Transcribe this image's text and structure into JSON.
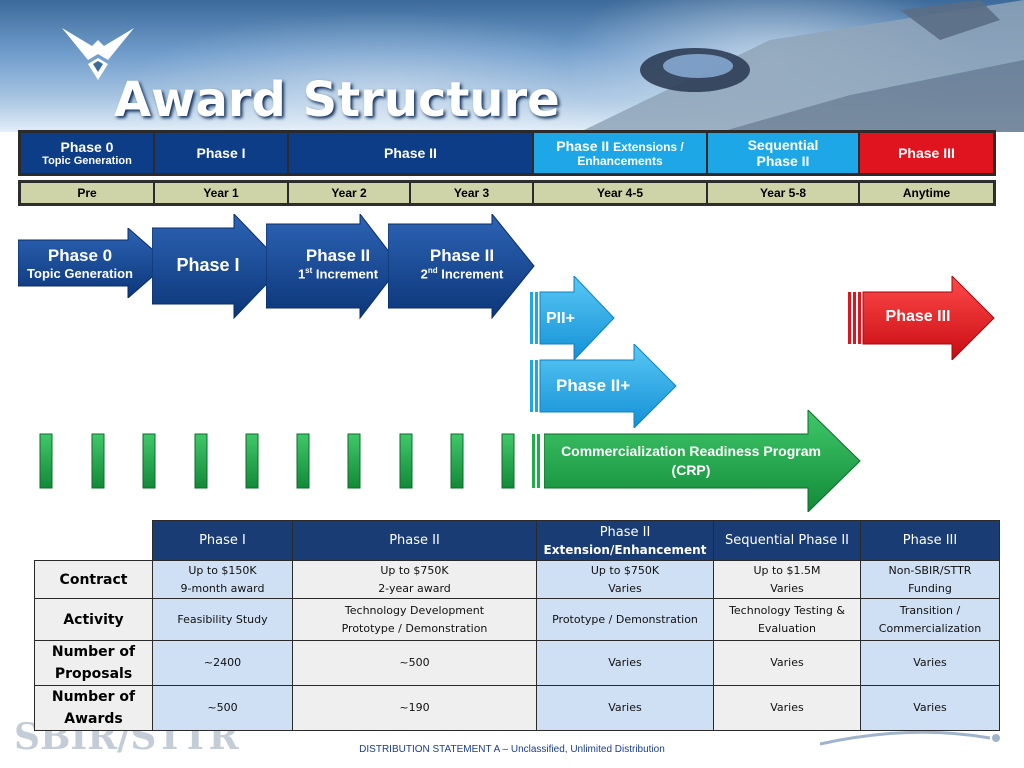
{
  "title": "Award Structure",
  "header_row": [
    {
      "main": "Phase 0",
      "sub": "Topic Generation"
    },
    {
      "main": "Phase I"
    },
    {
      "main": "Phase II"
    },
    {
      "main": "Phase II",
      "suffix": "Extensions /",
      "sub": "Enhancements"
    },
    {
      "main": "Sequential",
      "sub": "Phase II"
    },
    {
      "main": "Phase III"
    }
  ],
  "year_row": [
    "Pre",
    "Year 1",
    "Year 2",
    "Year 3",
    "Year 4-5",
    "Year 5-8",
    "Anytime"
  ],
  "arrows": {
    "phase0": {
      "main": "Phase 0",
      "sub": "Topic Generation"
    },
    "phase1": {
      "main": "Phase I"
    },
    "phase2a": {
      "main": "Phase II",
      "num": "1",
      "sup": "st",
      "rest": " Increment"
    },
    "phase2b": {
      "main": "Phase II",
      "num": "2",
      "sup": "nd",
      "rest": " Increment"
    },
    "pii_plus": "PII+",
    "phase2_plus": "Phase II+",
    "phase3": "Phase III",
    "crp": "Commercialization Readiness Program (CRP)"
  },
  "table": {
    "headers": [
      "Phase I",
      "Phase II",
      "Phase II",
      "Extension/Enhancement",
      "Sequential Phase II",
      "Phase III"
    ],
    "rows": [
      {
        "label": "Contract",
        "cells": [
          [
            "Up to $150K",
            "9-month award"
          ],
          [
            "Up to $750K",
            "2-year award"
          ],
          [
            "Up to $750K",
            "Varies"
          ],
          [
            "Up to $1.5M",
            "Varies"
          ],
          [
            "Non-SBIR/STTR",
            "Funding"
          ]
        ]
      },
      {
        "label": "Activity",
        "cells": [
          [
            "Feasibility Study"
          ],
          [
            "Technology Development",
            "Prototype / Demonstration"
          ],
          [
            "Prototype / Demonstration"
          ],
          [
            "Technology Testing &",
            "Evaluation"
          ],
          [
            "Transition /",
            "Commercialization"
          ]
        ]
      },
      {
        "label1": "Number of",
        "label2": "Proposals",
        "cells": [
          "~2400",
          "~500",
          "Varies",
          "Varies",
          "Varies"
        ]
      },
      {
        "label1": "Number of",
        "label2": "Awards",
        "cells": [
          "~500",
          "~190",
          "Varies",
          "Varies",
          "Varies"
        ]
      }
    ]
  },
  "footer": "DISTRIBUTION STATEMENT A – Unclassified, Unlimited Distribution",
  "watermark": "SBIR/STTR",
  "colors": {
    "navy": "#0c3d86",
    "sky": "#1ea7e6",
    "red": "#e0141e",
    "green": "#1fae4b",
    "year_bg": "#cfd3a8",
    "table_header": "#1a3c74",
    "table_blue": "#cfe0f4"
  }
}
